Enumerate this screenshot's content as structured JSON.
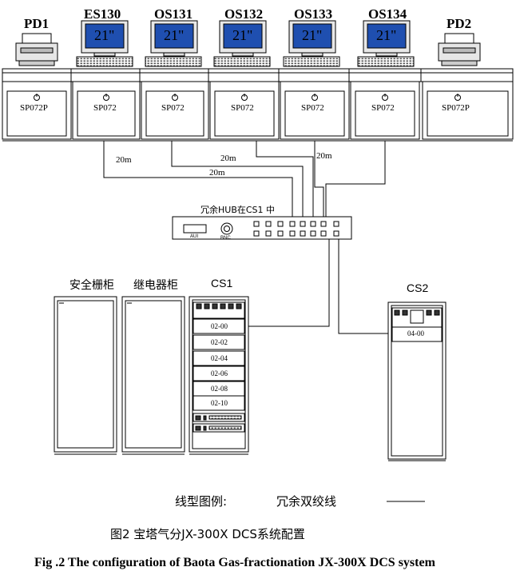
{
  "stations": {
    "pd1": {
      "name": "PD1",
      "label": "SP072P"
    },
    "es130": {
      "name": "ES130",
      "screen": "21\"",
      "label": "SP072"
    },
    "os131": {
      "name": "OS131",
      "screen": "21\"",
      "label": "SP072"
    },
    "os132": {
      "name": "OS132",
      "screen": "21\"",
      "label": "SP072"
    },
    "os133": {
      "name": "OS133",
      "screen": "21\"",
      "label": "SP072"
    },
    "os134": {
      "name": "OS134",
      "screen": "21\"",
      "label": "SP072"
    },
    "pd2": {
      "name": "PD2",
      "label": "SP072P"
    }
  },
  "cables": {
    "len_a": "20m",
    "len_b": "20m",
    "len_c": "20m",
    "len_d": "20m"
  },
  "hub": {
    "title": "冗余HUB在CS1 中",
    "aui": "AUI",
    "bnc": "BNC"
  },
  "cabinets": {
    "safety": "安全栅柜",
    "relay": "继电器柜",
    "cs1": {
      "name": "CS1",
      "slots": [
        "02-00",
        "02-02",
        "02-04",
        "02-06",
        "02-08",
        "02-10"
      ]
    },
    "cs2": {
      "name": "CS2",
      "slots": [
        "04-00"
      ]
    }
  },
  "legend": {
    "title": "线型图例:",
    "item": "冗余双绞线"
  },
  "captions": {
    "cn": "图2  宝塔气分JX-300X DCS系统配置",
    "en": "Fig .2 The configuration of Baota Gas-fractionation JX-300X DCS system"
  },
  "colors": {
    "screen": "#1f4fb0",
    "line": "#000000",
    "monitor": "#e8e8e8"
  }
}
